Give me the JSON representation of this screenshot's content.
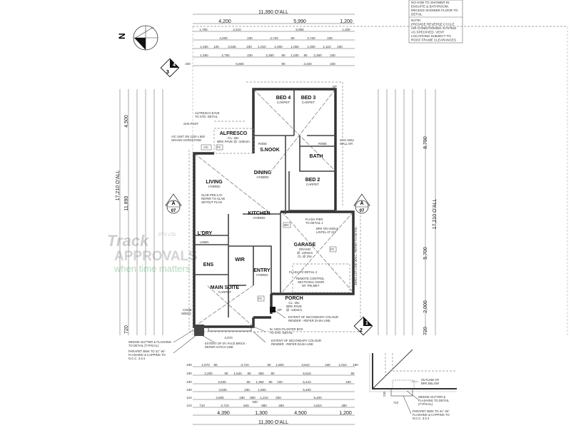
{
  "notes": [
    {
      "lines": [
        "NO HOB TO SHOWER IN",
        "ENSUITE & BATHROOM.",
        "RECESS SHOWER FLOOR TO",
        "DETAIL"
      ]
    },
    {
      "lines": [
        "NOTE:",
        "PROVIDE REVERSE CYCLE",
        "AIR CONDITIONING SYSTEM",
        "AS SPECIFIED. VENT",
        "LOCATIONS SUBJECT TO",
        "ROOF FRAME CLEARANCES"
      ]
    }
  ],
  "north": "N",
  "rooms": [
    {
      "name": "BED 4",
      "finish": "CARPET"
    },
    {
      "name": "BED 3",
      "finish": "CARPET"
    },
    {
      "name": "ALFRESCO",
      "finish": "CL: 25c",
      "extra": "BRK PAVE @ -100mm"
    },
    {
      "name": "S.NOOK",
      "finish": ""
    },
    {
      "name": "BATH",
      "finish": ""
    },
    {
      "name": "DINING",
      "finish": "HYBRID"
    },
    {
      "name": "LIVING",
      "finish": "HYBRID"
    },
    {
      "name": "BED 2",
      "finish": "CARPET"
    },
    {
      "name": "KITCHEN",
      "finish": "HYBRID"
    },
    {
      "name": "L'DRY",
      "finish": ""
    },
    {
      "name": "GARAGE",
      "finish": "GRANO",
      "extra": "@ -100mm",
      "extra2": "CL @ 25c"
    },
    {
      "name": "WIR",
      "finish": ""
    },
    {
      "name": "ENS",
      "finish": ""
    },
    {
      "name": "ENTRY",
      "finish": "HYBRID"
    },
    {
      "name": "MAIN SUITE",
      "finish": "CARPET"
    },
    {
      "name": "PORCH",
      "finish": "CL: 25c",
      "extra": "BRK PAVE",
      "extra2": "@ -100mm"
    }
  ],
  "annotations": {
    "alfresco_eave": [
      "ALFRESCO EAVE",
      "TO STD. DETAIL"
    ],
    "shs_post": "SHS POST",
    "ac_unit": [
      "A/C UNIT ON 1100 x 600",
      "GRANO HARDSTAND"
    ],
    "slab": [
      "SLAB PRE-LAY.",
      "REFER TO SLAB",
      "SETOUT PLAN"
    ],
    "gas_hwu": [
      "GAS HWU",
      "WALL MT."
    ],
    "flash_pier": [
      "FLASH PIER",
      "TO DETAIL 1"
    ],
    "brk_angle": [
      "BRK ON ANGLE",
      "LINTEL AT 22c"
    ],
    "flash_detail2": "FLASH TO DETAIL 2",
    "remote_door": [
      "REMOTE CONTROL",
      "SECTIONAL DOOR",
      "W/- PELMET"
    ],
    "zero_lot": "ZERO LOT LINE WALL. REFER TO DETAIL",
    "secondary_colour_1": [
      "EXTENT OF SECONDARY COLOUR",
      "RENDER - REFER DASH LINE"
    ],
    "planter": [
      "5c HIGH PLANTER BOX",
      "TO STD. DETAIL"
    ],
    "secondary_colour_2": [
      "EXTENT OF SECONDARY COLOUR",
      "RENDER - REFER DASH LINE"
    ],
    "face_brick": [
      "EXTENT OF 0½ FACE BRICK -",
      "REFER HATCH LINE"
    ],
    "wedge_gutter": [
      "WEDGE GUTTER & FLASHING",
      "TO DETAIL (TYPICAL)"
    ],
    "parapet": [
      "PARAPET BWK TO 31° W/-",
      "FLASHING & CAPPING TO",
      "N.C.C. 3.3.4"
    ],
    "linen": "LINEN",
    "robe": "ROBE",
    "fc": "FC",
    "ac": "A/C",
    "mh": "MH",
    "dp": "DP",
    "comb_wbox": [
      "COMB",
      "W/BOX"
    ],
    "plan_dim_3070": "3,070",
    "detail_outline": [
      "OUTLINE OF",
      "BRK BELOW"
    ],
    "detail_wedge": [
      "WEDGE GUTTER &",
      "FLASHING TO DETAIL",
      "(TYPICAL)"
    ],
    "detail_parapet": [
      "PARAPET BWK TO 31° W/-",
      "FLASHING & CAPPING TO",
      "N.C.C. 3.3.4"
    ],
    "detail_710": "710",
    "detail_230": "230"
  },
  "section_markers": [
    {
      "top": "A",
      "bottom": "07"
    },
    {
      "top": "A",
      "bottom": "07"
    },
    {
      "top": "4",
      "bottom": "3"
    },
    {
      "top": "1",
      "bottom": "2"
    }
  ],
  "dimensions": {
    "top": {
      "overall": "11,390 O'ALL",
      "main": [
        "4,200",
        "5,990",
        "1,200"
      ],
      "row3": [
        "1,790",
        "2,410",
        "5,990",
        "1,200"
      ],
      "row4": [
        "4,200",
        "230",
        "2,720",
        "90",
        "2,720",
        "230"
      ],
      "row5": [
        "1,450",
        "125",
        "2,625",
        "230",
        "1,010",
        "1,000",
        "1,050",
        "1,000",
        "1,110",
        "230"
      ],
      "row6": [
        "1,450",
        "2,750",
        "230",
        "2,350",
        "90",
        "1,030",
        "90",
        "2,350",
        "230"
      ],
      "row7": [
        "230",
        "6,560",
        "90",
        "3,340",
        "230"
      ]
    },
    "bottom": {
      "overall": "11,390 O'ALL",
      "main": [
        "4,390",
        "1,300",
        "4,500",
        "1,200"
      ],
      "row1": [
        "230",
        "1,670",
        "90",
        "3,710",
        "90",
        "1,800",
        "3,610",
        "230",
        "1,010",
        "190"
      ],
      "row2": [
        "230",
        "2,200",
        "90",
        "1,640",
        "90",
        "950",
        "90",
        "5,610",
        "90"
      ],
      "row3": [
        "230",
        "3,630",
        "90",
        "1,350",
        "90",
        "100",
        "5,410",
        "100"
      ],
      "row4": [
        "230",
        "3,930",
        "230",
        "1,800",
        "5,400"
      ],
      "row5": [
        "110",
        "2,800",
        "190",
        "800",
        "1,210",
        "200",
        "5,400"
      ],
      "row6": [
        "110",
        "710",
        "2,710",
        "840",
        "330",
        "880",
        "490",
        "4,810",
        "490"
      ]
    },
    "left": {
      "overall": "17,210 O'ALL",
      "main": [
        "4,500",
        "11,890",
        "720"
      ]
    },
    "right": {
      "overall": "17,210 O'ALL",
      "main": [
        "8,790",
        "5,700",
        "2,000",
        "720"
      ]
    }
  },
  "watermark": {
    "line1": "Track",
    "line2": "APPROVALS",
    "suffix": "PTY LTD",
    "line3": "when time matters"
  }
}
